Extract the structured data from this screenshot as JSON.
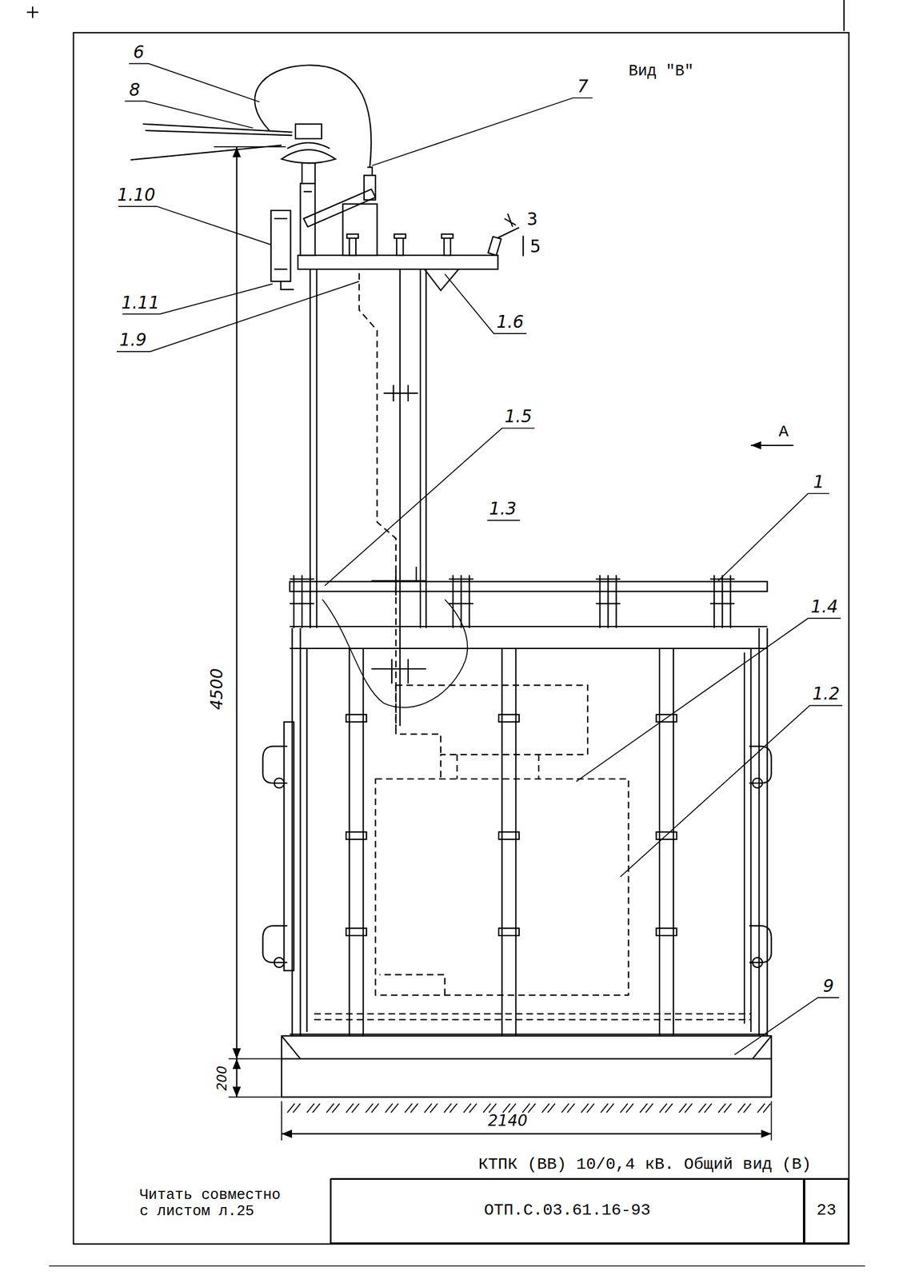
{
  "diagram": {
    "title": "КТПК (ВВ) 10/0,4 кВ. Общий вид (В)",
    "nodes": [
      {
        "text": [
          "ОТП.С.03.61.16-93"
        ]
      },
      {
        "text": [
          "23"
        ]
      }
    ],
    "labels": [
      "Вид \"В\"",
      "6",
      "8",
      "7",
      "1.10",
      "3",
      "5",
      "1.11",
      "1.9",
      "1.6",
      "1.5",
      "А",
      "1.3",
      "1",
      "1.4",
      "1.2",
      "4500",
      "200",
      "2140",
      "9",
      "Читать совместно с листом л.25"
    ]
  }
}
